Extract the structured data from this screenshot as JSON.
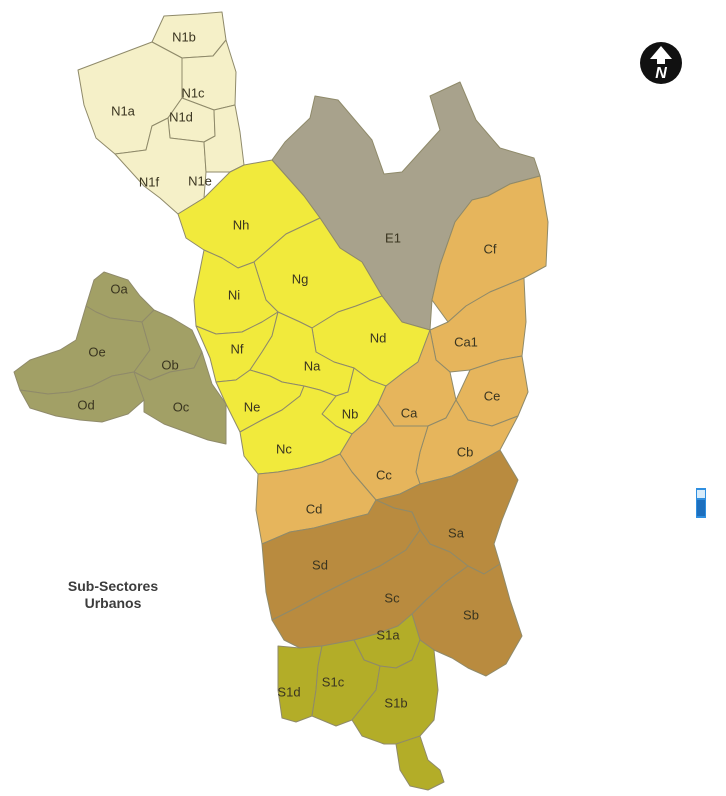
{
  "map": {
    "legend": {
      "line1": "Sub-Sectores",
      "line2": "Urbanos"
    },
    "north_arrow_letter": "N",
    "colors": {
      "north_outer": "#f5f0c8",
      "north_core": "#f1ea3c",
      "east": "#a8a28c",
      "central": "#e6b55c",
      "west": "#a2a066",
      "south": "#b98b3f",
      "south_outer": "#b3ad28",
      "border": "#8f8a6a"
    },
    "sectors": [
      {
        "id": "N1b",
        "label": "N1b",
        "group": "north_outer"
      },
      {
        "id": "N1a",
        "label": "N1a",
        "group": "north_outer"
      },
      {
        "id": "N1c",
        "label": "N1c",
        "group": "north_outer"
      },
      {
        "id": "N1d",
        "label": "N1d",
        "group": "north_outer"
      },
      {
        "id": "N1f",
        "label": "N1f",
        "group": "north_outer"
      },
      {
        "id": "N1e",
        "label": "N1e",
        "group": "north_outer"
      },
      {
        "id": "E1",
        "label": "E1",
        "group": "east"
      },
      {
        "id": "Nh",
        "label": "Nh",
        "group": "north_core"
      },
      {
        "id": "Ng",
        "label": "Ng",
        "group": "north_core"
      },
      {
        "id": "Ni",
        "label": "Ni",
        "group": "north_core"
      },
      {
        "id": "Nf",
        "label": "Nf",
        "group": "north_core"
      },
      {
        "id": "Nd",
        "label": "Nd",
        "group": "north_core"
      },
      {
        "id": "Na",
        "label": "Na",
        "group": "north_core"
      },
      {
        "id": "Ne",
        "label": "Ne",
        "group": "north_core"
      },
      {
        "id": "Nb",
        "label": "Nb",
        "group": "north_core"
      },
      {
        "id": "Nc",
        "label": "Nc",
        "group": "north_core"
      },
      {
        "id": "Cf",
        "label": "Cf",
        "group": "central"
      },
      {
        "id": "Ca1",
        "label": "Ca1",
        "group": "central"
      },
      {
        "id": "Ce",
        "label": "Ce",
        "group": "central"
      },
      {
        "id": "Ca",
        "label": "Ca",
        "group": "central"
      },
      {
        "id": "Cb",
        "label": "Cb",
        "group": "central"
      },
      {
        "id": "Cc",
        "label": "Cc",
        "group": "central"
      },
      {
        "id": "Cd",
        "label": "Cd",
        "group": "central"
      },
      {
        "id": "Oa",
        "label": "Oa",
        "group": "west"
      },
      {
        "id": "Oe",
        "label": "Oe",
        "group": "west"
      },
      {
        "id": "Ob",
        "label": "Ob",
        "group": "west"
      },
      {
        "id": "Od",
        "label": "Od",
        "group": "west"
      },
      {
        "id": "Oc",
        "label": "Oc",
        "group": "west"
      },
      {
        "id": "Sa",
        "label": "Sa",
        "group": "south"
      },
      {
        "id": "Sd",
        "label": "Sd",
        "group": "south"
      },
      {
        "id": "Sc",
        "label": "Sc",
        "group": "south"
      },
      {
        "id": "Sb",
        "label": "Sb",
        "group": "south"
      },
      {
        "id": "S1a",
        "label": "S1a",
        "group": "south_outer"
      },
      {
        "id": "S1d",
        "label": "S1d",
        "group": "south_outer"
      },
      {
        "id": "S1c",
        "label": "S1c",
        "group": "south_outer"
      },
      {
        "id": "S1b",
        "label": "S1b",
        "group": "south_outer"
      }
    ]
  }
}
